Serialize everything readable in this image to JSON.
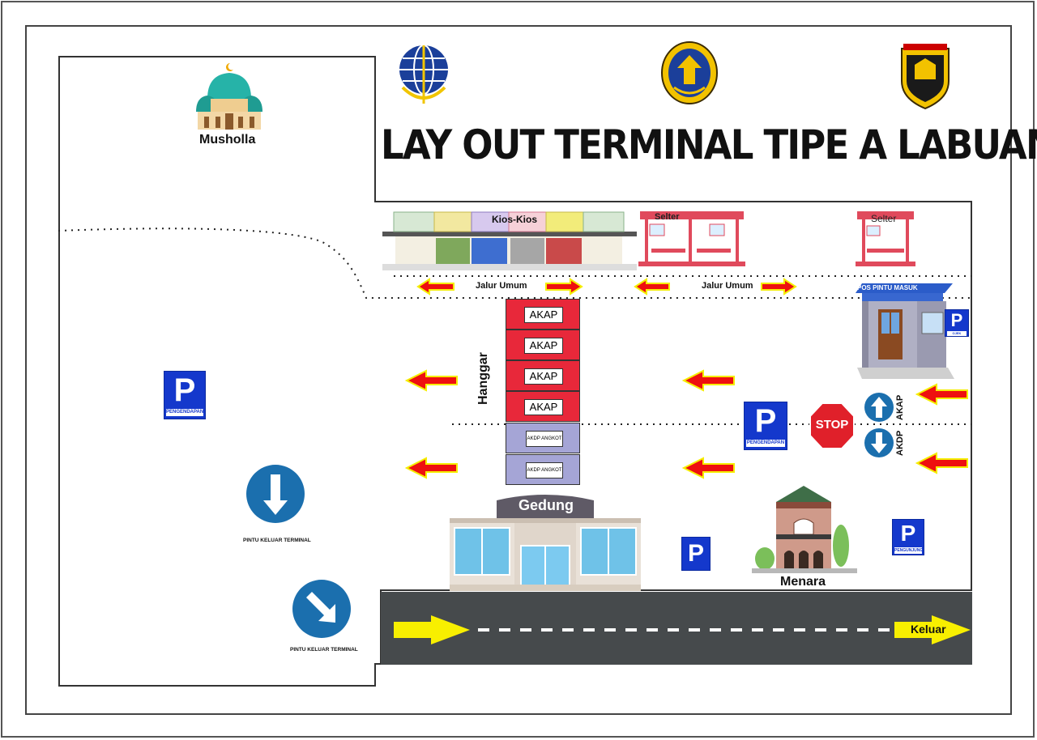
{
  "title": "LAY OUT TERMINAL TIPE A LABUAN",
  "labels": {
    "musholla": "Musholla",
    "kios": "Kios-Kios",
    "selter1": "Selter",
    "selter2": "Selter",
    "jalur_umum_1": "Jalur Umum",
    "jalur_umum_2": "Jalur Umum",
    "pos_pintu_masuk": "POS PINTU MASUK",
    "hanggar": "Hanggar",
    "gedung": "Gedung",
    "menara": "Menara",
    "keluar": "Keluar",
    "stop": "STOP",
    "akap_dir": "AKAP",
    "akdp_dir": "AKDP",
    "pintu_keluar_1": "PINTU KELUAR TERMINAL",
    "pintu_keluar_2": "PINTU KELUAR TERMINAL"
  },
  "hanggar_bays": [
    "AKAP",
    "AKAP",
    "AKAP",
    "AKAP",
    "AKDP ANGKOT",
    "AKDP ANGKOT"
  ],
  "parking_signs": {
    "main": {
      "letter": "P",
      "sub": "PENGENDAPAN"
    },
    "center": {
      "letter": "P",
      "sub": "PENGENDAPAN"
    },
    "ojek": {
      "letter": "P",
      "sub": "OJEK"
    },
    "plain": {
      "letter": "P"
    },
    "pengunjung": {
      "letter": "P",
      "sub": "PENGUNJUNG"
    }
  },
  "colors": {
    "parking_blue": "#1438cc",
    "hanggar_red": "#e8283a",
    "hanggar_purple": "#a5a5d6",
    "arrow_red": "#ee1010",
    "arrow_yellow": "#f5ee00",
    "road": "#464a4c",
    "sign_blue": "#1b6fae"
  }
}
